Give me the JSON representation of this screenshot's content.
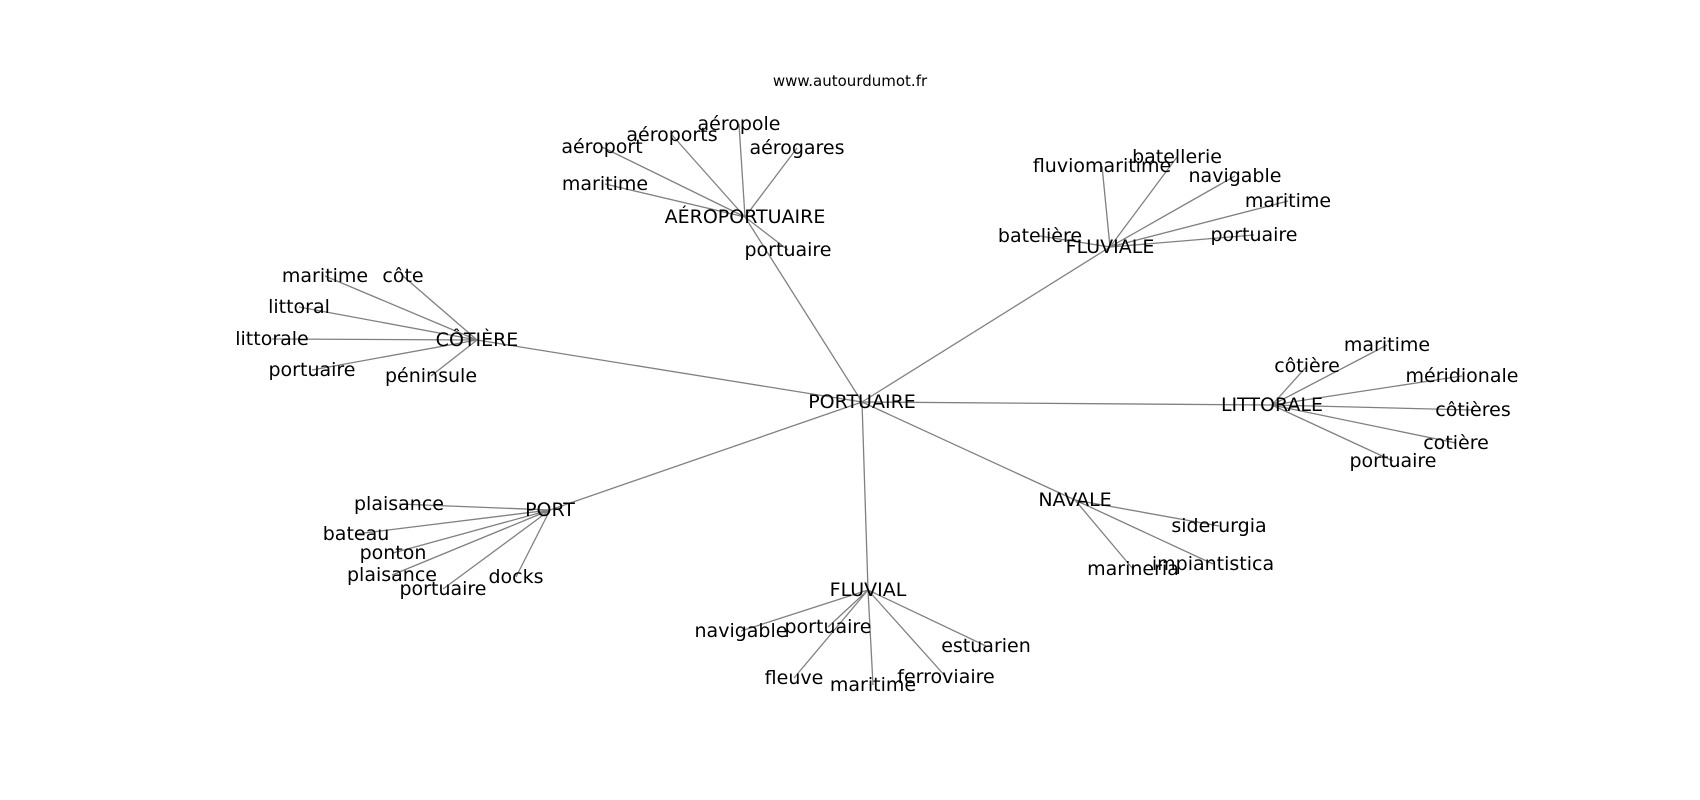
{
  "source": "www.autourdumot.fr",
  "root": "PORTUAIRE",
  "clusters": [
    {
      "hub": "AÉROPORTUAIRE",
      "words": [
        "aéroport",
        "aéroports",
        "aéropole",
        "aérogares",
        "maritime",
        "portuaire"
      ]
    },
    {
      "hub": "FLUVIALE",
      "words": [
        "fluviomaritime",
        "batellerie",
        "navigable",
        "maritime",
        "batelière",
        "portuaire"
      ]
    },
    {
      "hub": "CÔTIÈRE",
      "words": [
        "maritime",
        "côte",
        "littoral",
        "littorale",
        "portuaire",
        "péninsule"
      ]
    },
    {
      "hub": "LITTORALE",
      "words": [
        "maritime",
        "côtière",
        "méridionale",
        "côtières",
        "cotière",
        "portuaire"
      ]
    },
    {
      "hub": "PORT",
      "words": [
        "plaisance",
        "bateau",
        "ponton",
        "plaisance",
        "portuaire",
        "docks"
      ]
    },
    {
      "hub": "NAVALE",
      "words": [
        "siderurgia",
        "impiantistica",
        "marineria"
      ]
    },
    {
      "hub": "FLUVIAL",
      "words": [
        "navigable",
        "portuaire",
        "estuarien",
        "fleuve",
        "maritime",
        "ferroviaire"
      ]
    }
  ]
}
